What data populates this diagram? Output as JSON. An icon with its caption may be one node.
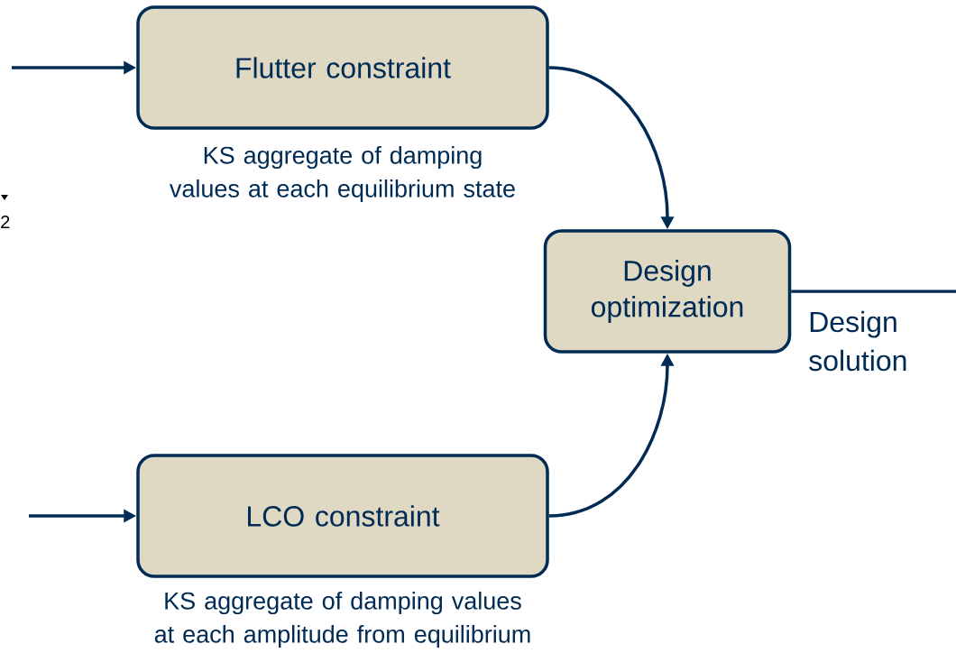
{
  "diagram": {
    "nodes": [
      {
        "text": [
          "Flutter constraint"
        ],
        "beside": [
          "KS aggregate of damping values at each equilibrium state"
        ]
      },
      {
        "text": [
          "Design optimization"
        ]
      },
      {
        "text": [
          "LCO constraint"
        ],
        "beside": [
          "KS aggregate of damping values at each amplitude from equilibrium"
        ]
      }
    ],
    "edges": [
      {
        "from": null,
        "to": 0,
        "arrow": "to"
      },
      {
        "from": null,
        "to": 2,
        "arrow": "to"
      },
      {
        "from": 0,
        "to": 1,
        "arrow": "to"
      },
      {
        "from": 2,
        "to": 1,
        "arrow": "to"
      },
      {
        "from": 1,
        "to": null,
        "arrow": "none",
        "label": "Design solution"
      }
    ],
    "labels": [
      "2"
    ]
  }
}
